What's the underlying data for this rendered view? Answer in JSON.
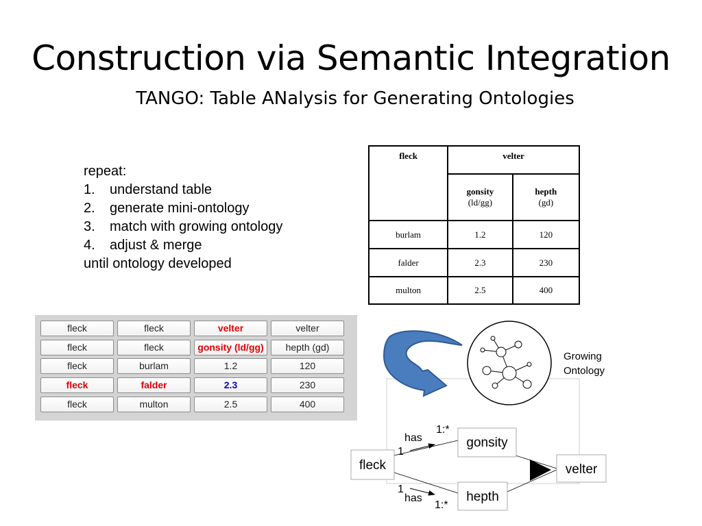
{
  "slide": {
    "title": "Construction via Semantic Integration",
    "subtitle": "TANGO: Table ANalysis for Generating Ontologies"
  },
  "steps": {
    "repeat": "repeat:",
    "items": [
      {
        "num": "1.",
        "text": "understand table"
      },
      {
        "num": "2.",
        "text": "generate mini-ontology"
      },
      {
        "num": "3.",
        "text": "match with growing ontology"
      },
      {
        "num": "4.",
        "text": "adjust & merge"
      }
    ],
    "until": "until ontology developed"
  },
  "source_table": {
    "col1": "fleck",
    "group": "velter",
    "sub1": {
      "name": "gonsity",
      "unit": "(ld/gg)"
    },
    "sub2": {
      "name": "hepth",
      "unit": "(gd)"
    },
    "rows": [
      [
        "burlam",
        "1.2",
        "120"
      ],
      [
        "falder",
        "2.3",
        "230"
      ],
      [
        "multon",
        "2.5",
        "400"
      ]
    ]
  },
  "canonical_table": {
    "rows": [
      [
        "fleck",
        "fleck",
        "velter",
        "velter"
      ],
      [
        "fleck",
        "fleck",
        "gonsity (ld/gg)",
        "hepth (gd)"
      ],
      [
        "fleck",
        "burlam",
        "1.2",
        "120"
      ],
      [
        "fleck",
        "falder",
        "2.3",
        "230"
      ],
      [
        "fleck",
        "multon",
        "2.5",
        "400"
      ]
    ],
    "highlight": {
      "0-2": "red",
      "1-2": "red",
      "3-0": "red",
      "3-1": "red",
      "3-2": "blue"
    }
  },
  "diagram": {
    "growing_line1": "Growing",
    "growing_line2": "Ontology",
    "fleck": "fleck",
    "gonsity": "gonsity",
    "hepth": "hepth",
    "velter": "velter",
    "has_top": "has",
    "has_bottom": "has",
    "card_one_top": "1",
    "card_one_bottom": "1",
    "card_many_top": "1:*",
    "card_many_bottom": "1:*"
  },
  "colors": {
    "arrow_fill": "#4a7dbd",
    "arrow_stroke": "#2d5a94",
    "highlight_red": "#e00000",
    "highlight_blue": "#0000cc"
  }
}
